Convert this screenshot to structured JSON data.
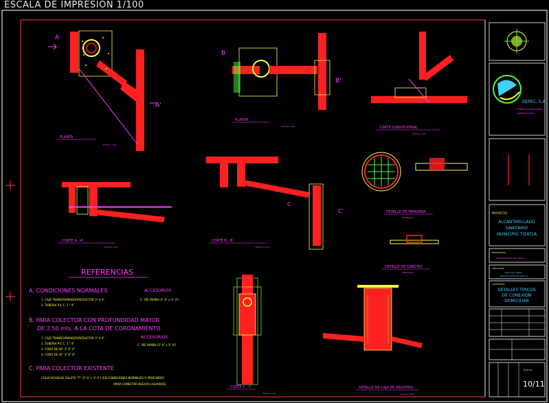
{
  "header": {
    "scale": "ESCALA DE IMPRESION 1/100"
  },
  "colors": {
    "red": "#ff2020",
    "yellow": "#ffff40",
    "white": "#ffffff",
    "magenta": "#ff40ff",
    "cyan": "#40d0ff",
    "green": "#40ff40",
    "frame": "#8080ff"
  },
  "views": {
    "planta1": {
      "title": "PLANTA",
      "sub": "ESCALA 1/20",
      "label_a": "A",
      "label_a2": "A'"
    },
    "planta2": {
      "title": "PLANTA",
      "sub": "ESCALA 1/20",
      "label_b": "B",
      "label_b2": "B'"
    },
    "corte_long": {
      "title": "CORTE LONGITUDINAL",
      "sub": "ESCALA 1/20"
    },
    "corte_a": {
      "title": "CORTE A - A'",
      "sub": "ESCALA 1/20"
    },
    "corte_b": {
      "title": "CORTE B - B'",
      "sub": "ESCALA 1/20",
      "label_c": "C",
      "label_c2": "C'"
    },
    "tapadera": {
      "title": "DETALLE DE TAPADERA",
      "sub": "SIN ESCALA"
    },
    "gancho": {
      "title": "DETALLE DE GANCHO",
      "sub": "SIN ESCALA"
    },
    "corte_c": {
      "title": "CORTE C - C'",
      "sub": "ESCALA 1/20"
    },
    "caja": {
      "title": "DETALLE DE CAJA DE REGISTRO",
      "sub": "ESCALA 1/20"
    }
  },
  "referencias": {
    "title": "REFERENCIAS",
    "a_title": "A. CONDICIONES NORMALES",
    "a_items": [
      "1. CAJO TRANSFORMADOR/REDUCTOR 3\" A 4\"",
      "2. TUBERIA P.V. C. 3 \" 4\""
    ],
    "acc1_title": "ACCESORIOS",
    "acc1_item": "C. YEE 90X80 (3\" 6\" x 3\" 4\")",
    "b_title_1": "B. PARA COLECTOR CON PROFUNDIDAD MAYOR",
    "b_title_2": "DE 2.50 mts. A LA COTA DE  CORONAMIENTO",
    "acc2_title": "ACCESORIOS",
    "b_items": [
      "1. CAJO TRANSFORMADOR/REDUCTOR 3\" A 4\"",
      "2. TUBERIA P.V. C. 3 \" 4\"",
      "3. CODO DE 90\" 3\" 6\" 4\"",
      "4. CODO DE 45\" 3\" 6\" 4\""
    ],
    "acc2_item": "C. YEE 90X80 (3\" 6\" x 3\" 4\")",
    "c_title": "C. PARA COLECTOR EXISTENTE",
    "c_line1": "COLOCACION DE SILLETA \"T\" (3\" 6\" x 3\" 4\")   (EN CONDICIONES NORMALES O PROFUNDO)",
    "c_line2": "(PARA CONECTAR NUEVOS USUARIOS)"
  },
  "title_block": {
    "company": "DEPEC, S.A.",
    "company_sub_1": "DISEÑO, PLANIFICACION Y",
    "company_sub_2": "CONSTRUCCION",
    "project_label": "PROYECTO:",
    "project": [
      "ALCANTARILLADO",
      "SANITARIO",
      "MUNICIPIO TIZATLA"
    ],
    "propietario_label": "PROPIETARIO:",
    "propietario": "MUNICIPALIDAD DE TIZATLA",
    "ubicacion_label": "UBICACION:",
    "ubicacion": [
      "Municipio Tizatla",
      "Departamento San Marcos"
    ],
    "content_label": "CONTENIDO:",
    "content": [
      "DETALLES TIPICOS",
      "DE CONEXION",
      "DOMICILIAR"
    ],
    "sheet_label": "HOJA No.",
    "sheet": "10/11"
  }
}
